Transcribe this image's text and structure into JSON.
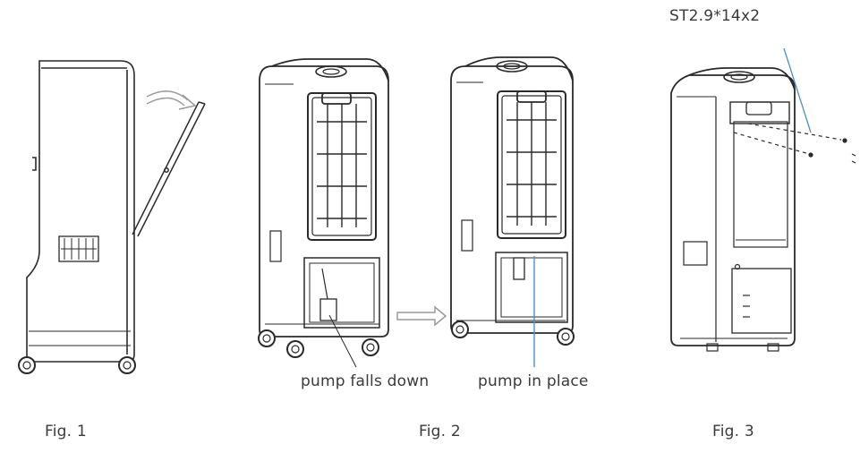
{
  "figures": [
    {
      "label": "Fig. 1"
    },
    {
      "label": "Fig. 2"
    },
    {
      "label": "Fig. 3"
    }
  ],
  "annotations": {
    "pump_falls_down": "pump falls down",
    "pump_in_place": "pump in place",
    "screw_spec": "ST2.9*14x2"
  },
  "colors": {
    "line": "#2a2a2a",
    "leader_blue": "#4a90c8",
    "arrow_gray": "#9a9a9a"
  }
}
